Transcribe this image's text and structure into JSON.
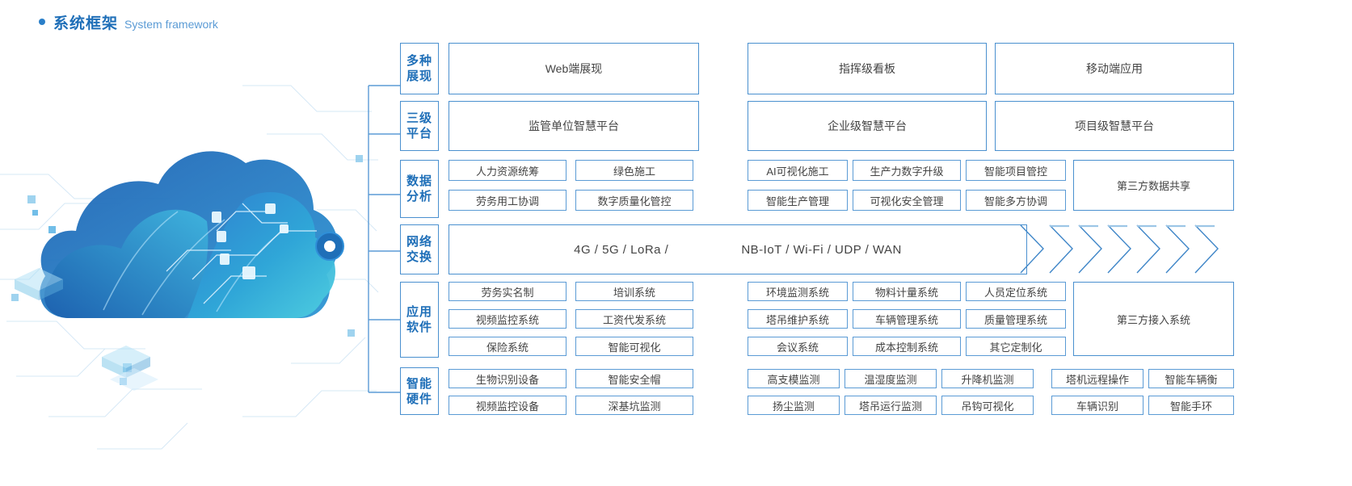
{
  "heading": {
    "zh": "系统框架",
    "en": "System framework",
    "bullet_color": "#2a7fc9"
  },
  "theme": {
    "accent": "#1f6fb8",
    "border": "#5b9bd5",
    "border_strong": "#4a90cf",
    "text": "#444444"
  },
  "artwork": {
    "name": "cloud-network-illustration",
    "alt": "蓝色云朵与电路网络插图"
  },
  "rows": [
    {
      "label": [
        "多种",
        "展现"
      ],
      "label_text": "多种展现",
      "kind": "wide",
      "groups": [
        {
          "items": [
            "Web端展现"
          ]
        },
        {
          "items": [
            "指挥级看板"
          ]
        },
        {
          "items": [
            "移动端应用"
          ]
        }
      ]
    },
    {
      "label": [
        "三级",
        "平台"
      ],
      "label_text": "三级平台",
      "kind": "wide",
      "groups": [
        {
          "items": [
            "监管单位智慧平台"
          ]
        },
        {
          "items": [
            "企业级智慧平台"
          ]
        },
        {
          "items": [
            "项目级智慧平台"
          ]
        }
      ]
    },
    {
      "label": [
        "数据",
        "分析"
      ],
      "label_text": "数据分析",
      "kind": "grid",
      "left": [
        [
          "人力资源统筹",
          "绿色施工"
        ],
        [
          "劳务用工协调",
          "数字质量化管控"
        ]
      ],
      "right": [
        [
          "AI可视化施工",
          "生产力数字升级",
          "智能项目管控"
        ],
        [
          "智能生产管理",
          "可视化安全管理",
          "智能多方协调"
        ]
      ],
      "tail": "第三方数据共享"
    },
    {
      "label": [
        "网络",
        "交换"
      ],
      "label_text": "网络交换",
      "kind": "network",
      "net_left": "4G / 5G / LoRa /",
      "net_right": "NB-IoT / Wi-Fi / UDP / WAN",
      "arrow_count": 7
    },
    {
      "label": [
        "应用",
        "软件"
      ],
      "label_text": "应用软件",
      "kind": "grid",
      "left": [
        [
          "劳务实名制",
          "培训系统"
        ],
        [
          "视频监控系统",
          "工资代发系统"
        ],
        [
          "保险系统",
          "智能可视化"
        ]
      ],
      "right": [
        [
          "环境监测系统",
          "物料计量系统",
          "人员定位系统"
        ],
        [
          "塔吊维护系统",
          "车辆管理系统",
          "质量管理系统"
        ],
        [
          "会议系统",
          "成本控制系统",
          "其它定制化"
        ]
      ],
      "tail": "第三方接入系统"
    },
    {
      "label": [
        "智能",
        "硬件"
      ],
      "label_text": "智能硬件",
      "kind": "hardware",
      "left": [
        [
          "生物识别设备",
          "智能安全帽"
        ],
        [
          "视频监控设备",
          "深基坑监测"
        ]
      ],
      "right": [
        [
          "高支模监测",
          "温湿度监测",
          "升降机监测"
        ],
        [
          "扬尘监测",
          "塔吊运行监测",
          "吊钩可视化"
        ]
      ],
      "far": [
        [
          "塔机远程操作",
          "智能车辆衡"
        ],
        [
          "车辆识别",
          "智能手环"
        ]
      ]
    }
  ]
}
